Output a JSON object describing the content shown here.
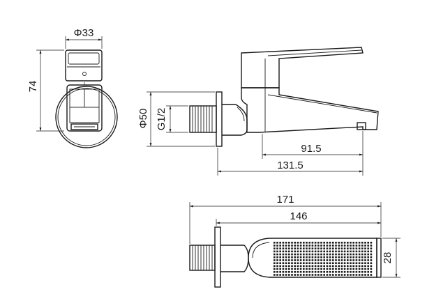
{
  "dimensions": {
    "front_width": "Φ33",
    "front_height": "74",
    "flange_diameter": "Φ50",
    "thread": "G1/2",
    "spout_reach": "91.5",
    "total_depth": "131.5",
    "overall_length": "171",
    "body_length": "146",
    "handle_height": "28"
  }
}
